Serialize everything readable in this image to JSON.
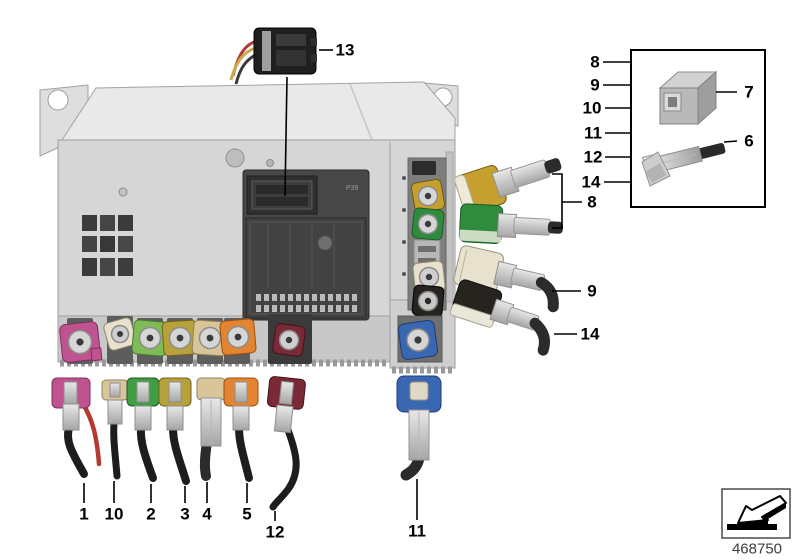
{
  "part_number": "468750",
  "unit_label": "P39",
  "colors": {
    "pink": "#bf5390",
    "bordeaux": "#7a2a36",
    "green_row": "#7fbc58",
    "green_lead": "#3f9e42",
    "green_cable": "#2f8c3d",
    "olive": "#b7a13b",
    "beige": "#d8c69a",
    "cream": "#e7e1cd",
    "orange": "#e28430",
    "yellow": "#c5a02e",
    "blue": "#3a67b1",
    "black_part": "#27241f",
    "red_wire": "#b23a31",
    "cable_black": "#1d1d1d"
  },
  "callouts": {
    "c13": "13",
    "legend_column": [
      "8",
      "9",
      "10",
      "11",
      "12",
      "14"
    ],
    "part7": "7",
    "part6": "6",
    "right8": "8",
    "right9": "9",
    "right14": "14",
    "bottom": [
      "1",
      "10",
      "2",
      "3",
      "4",
      "5",
      "12",
      "11"
    ]
  }
}
